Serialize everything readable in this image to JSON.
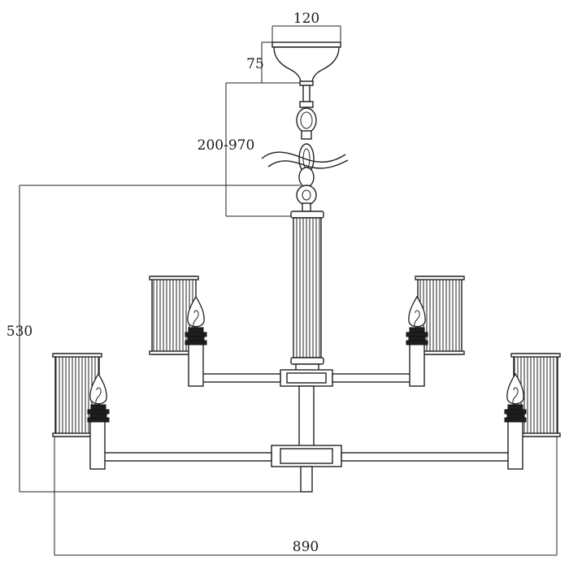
{
  "dimensions": {
    "canopy_width": "120",
    "canopy_height": "75",
    "chain_length": "200-970",
    "body_height": "530",
    "total_width": "890"
  }
}
